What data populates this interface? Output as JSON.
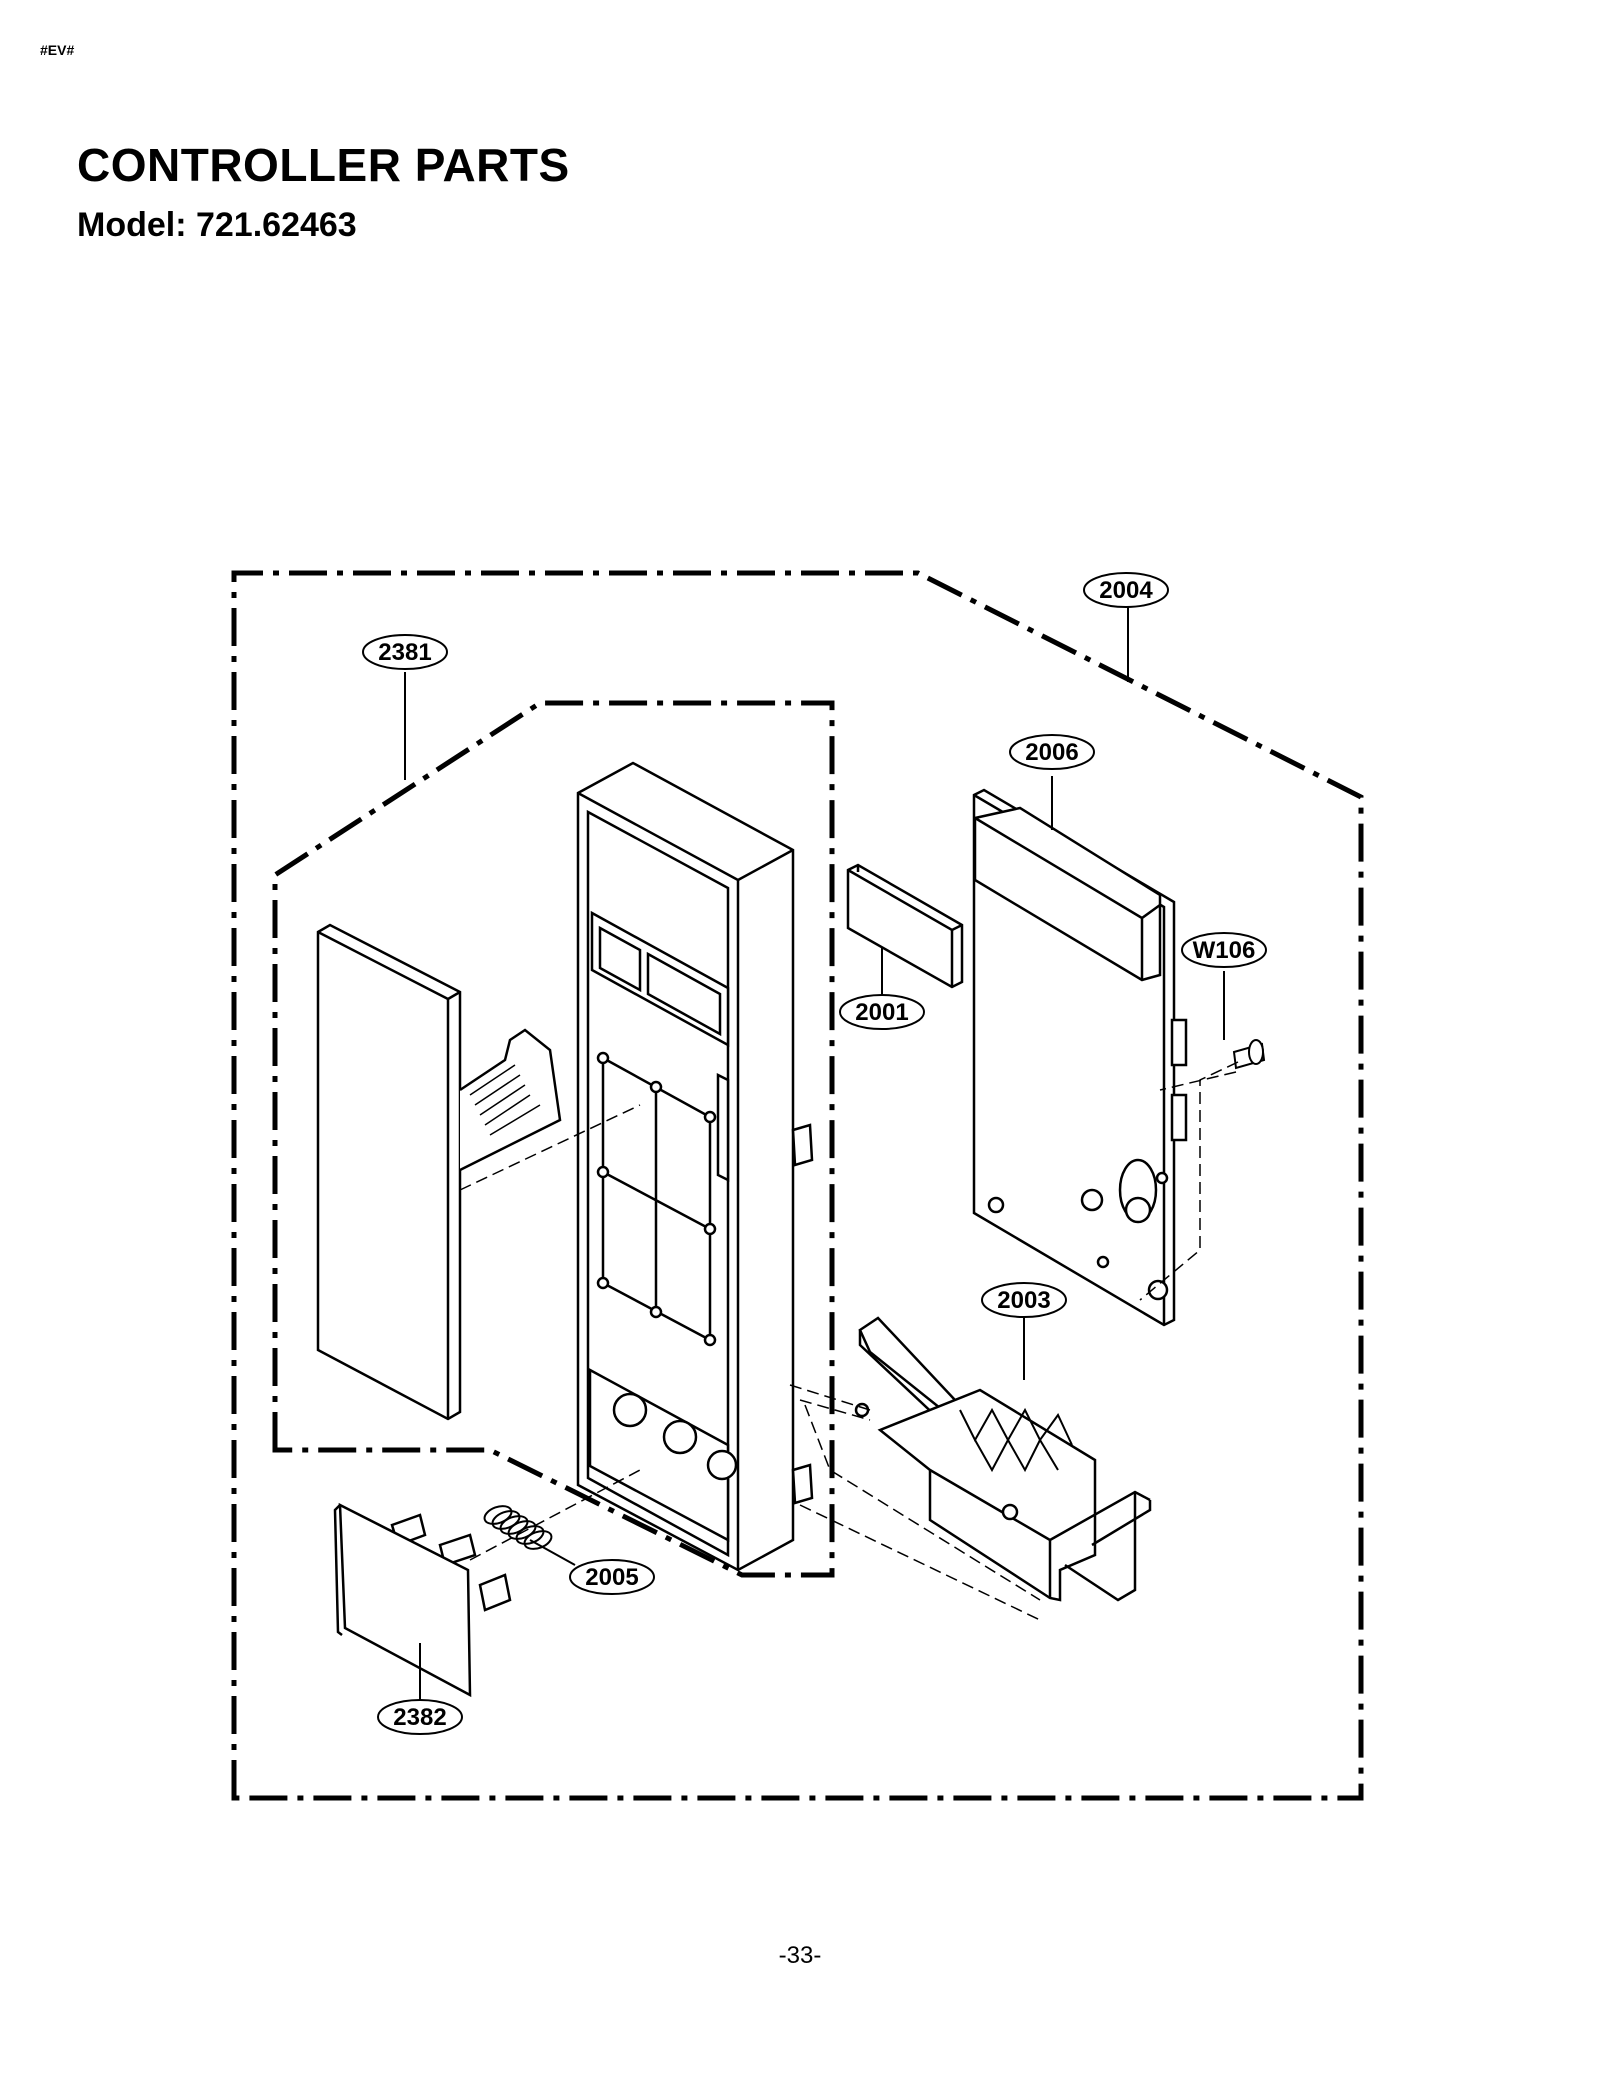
{
  "page": {
    "header_code": "#EV#",
    "title": "CONTROLLER PARTS",
    "model": "Model: 721.62463",
    "page_number": "-33-"
  },
  "callouts": {
    "c2004": "2004",
    "c2381": "2381",
    "c2006": "2006",
    "cW106": "W106",
    "c2001": "2001",
    "c2003": "2003",
    "c2005": "2005",
    "c2382": "2382"
  }
}
